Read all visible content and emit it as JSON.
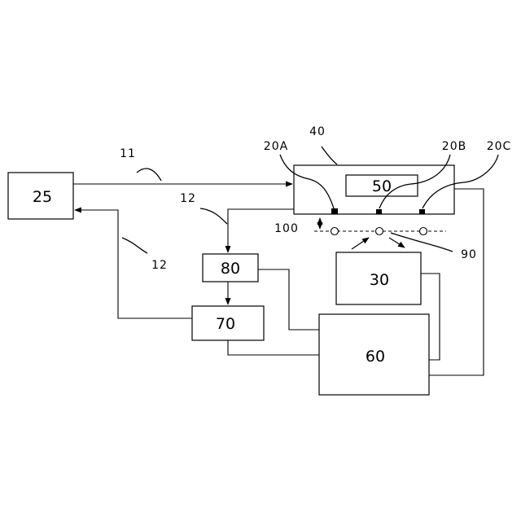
{
  "blocks": {
    "b25": "25",
    "b40_label": "40",
    "b50": "50",
    "b80": "80",
    "b70": "70",
    "b30": "30",
    "b60": "60"
  },
  "references": {
    "r11": "11",
    "r12_upper": "12",
    "r12_lower": "12",
    "r20a": "20A",
    "r20b": "20B",
    "r20c": "20C",
    "r100": "100",
    "r90": "90"
  }
}
